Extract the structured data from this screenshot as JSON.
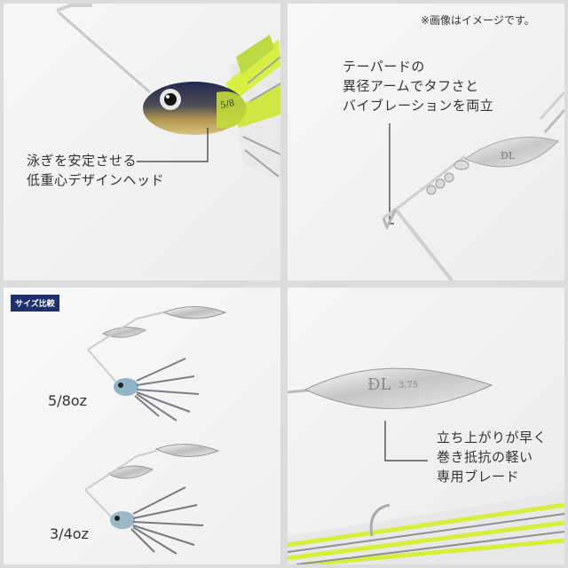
{
  "panels": {
    "head": {
      "callout_line1": "泳ぎを安定させる",
      "callout_line2": "低重心デザインヘッド",
      "head_engraving": "5/8"
    },
    "arm": {
      "note": "※画像はイメージです。",
      "callout_line1": "テーパードの",
      "callout_line2": "異径アームでタフさと",
      "callout_line3": "バイブレーションを両立"
    },
    "size": {
      "badge": "サイズ比較",
      "label_small": "5/8oz",
      "label_large": "3/4oz"
    },
    "blade": {
      "callout_line1": "立ち上がりが早く",
      "callout_line2": "巻き抵抗の軽い",
      "callout_line3": "専用ブレード",
      "blade_engraving": "3.75"
    }
  },
  "colors": {
    "skirt_chartreuse": "#d6ef3a",
    "head_gold": "#b89a52",
    "head_navy": "#27305a",
    "badge_navy": "#1f2f6b",
    "leader_line": "#333333"
  }
}
